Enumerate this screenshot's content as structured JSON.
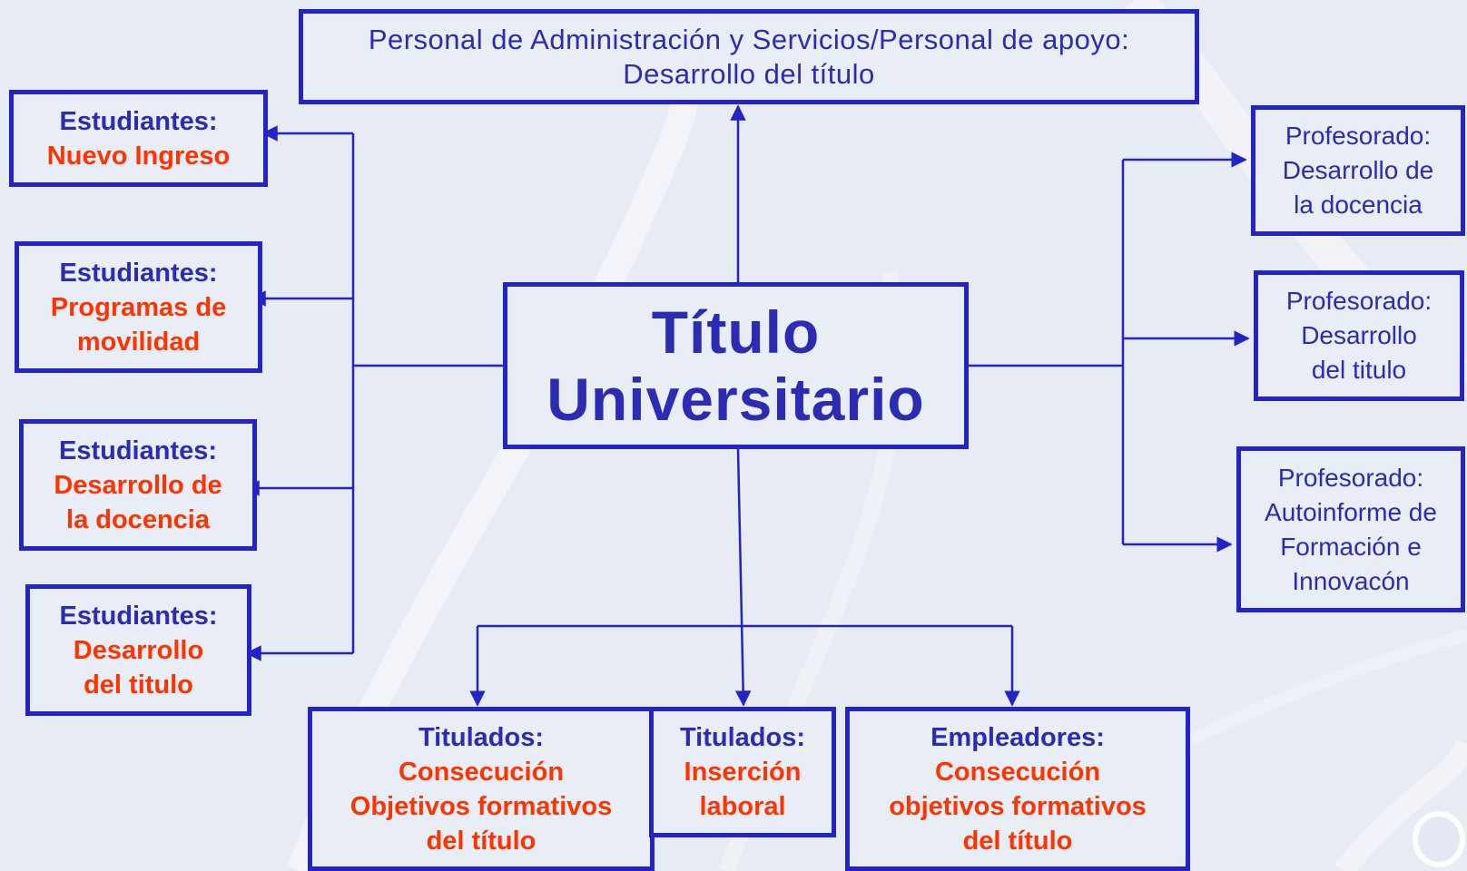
{
  "top": {
    "line1": "Personal de Administración y Servicios/Personal de apoyo:",
    "line2": "Desarrollo del título"
  },
  "center": {
    "line1": "Título",
    "line2": "Universitario"
  },
  "estudiantes": [
    {
      "head": "Estudiantes:",
      "lines": [
        "Nuevo Ingreso"
      ]
    },
    {
      "head": "Estudiantes:",
      "lines": [
        "Programas de",
        "movilidad"
      ]
    },
    {
      "head": "Estudiantes:",
      "lines": [
        "Desarrollo de",
        "la docencia"
      ]
    },
    {
      "head": "Estudiantes:",
      "lines": [
        "Desarrollo",
        "del titulo"
      ]
    }
  ],
  "profesorado": [
    {
      "lines": [
        "Profesorado:",
        "Desarrollo de",
        "la docencia"
      ]
    },
    {
      "lines": [
        "Profesorado:",
        "Desarrollo",
        "del titulo"
      ]
    },
    {
      "lines": [
        "Profesorado:",
        "Autoinforme de",
        "Formación e",
        "Innovacón"
      ]
    }
  ],
  "bottom": [
    {
      "head": "Titulados:",
      "lines": [
        "Consecución",
        "Objetivos formativos",
        "del título"
      ]
    },
    {
      "head": "Titulados:",
      "lines": [
        "Inserción",
        "laboral"
      ]
    },
    {
      "head": "Empleadores:",
      "lines": [
        "Consecución",
        "objetivos formativos",
        "del título"
      ]
    }
  ],
  "colors": {
    "border": "#2323c8",
    "heading_text": "#2b2bb4",
    "highlight_text": "#ff3300",
    "background": "#e7ebf3"
  }
}
